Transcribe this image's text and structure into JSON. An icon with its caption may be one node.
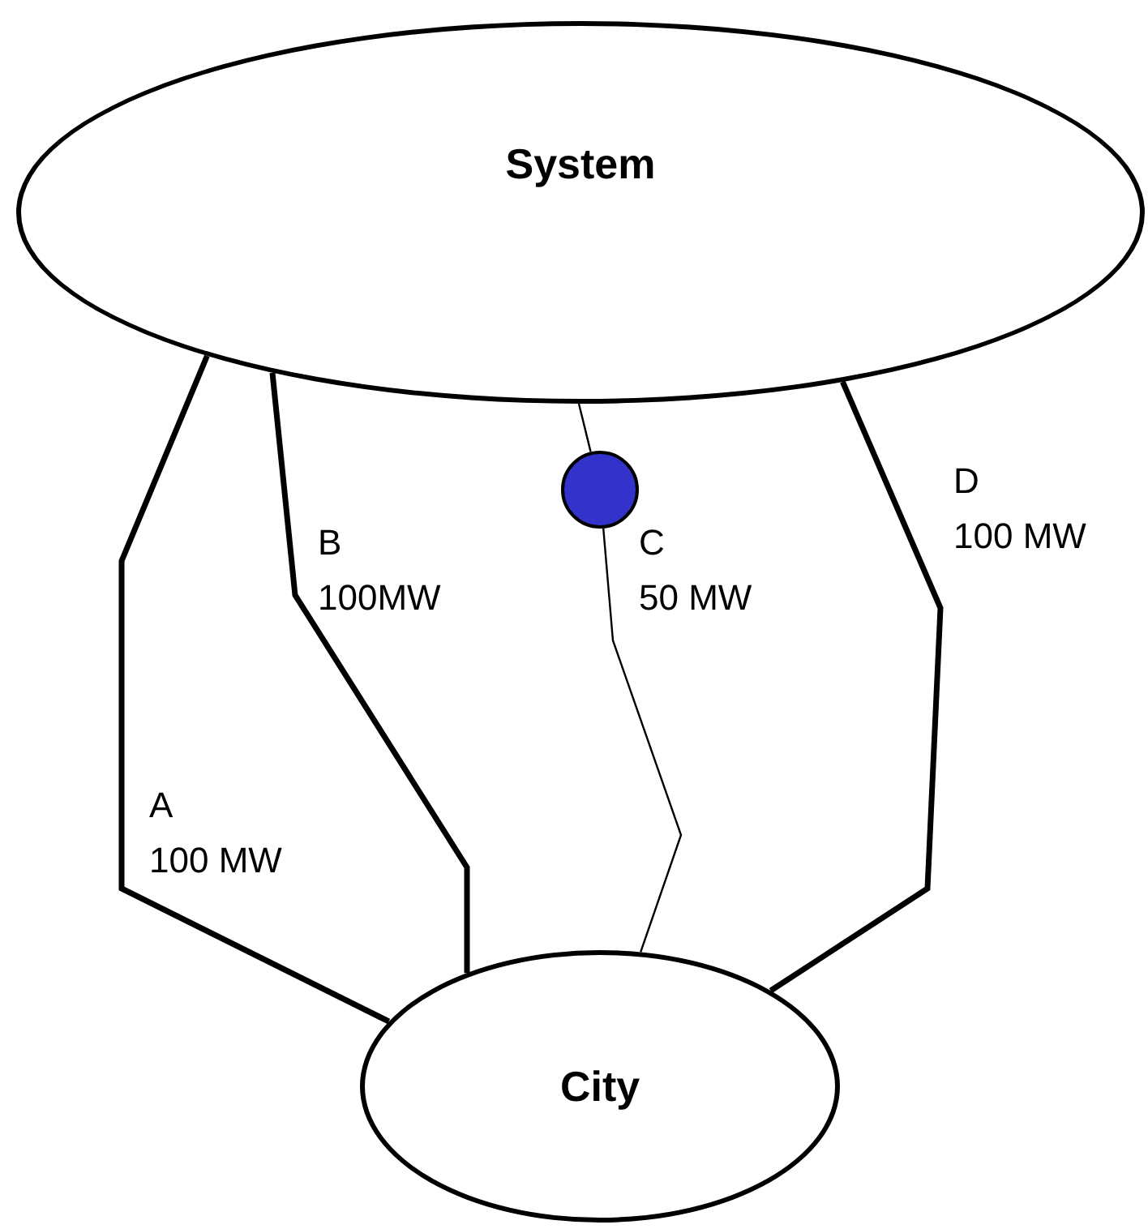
{
  "diagram": {
    "nodes": [
      {
        "text": [
          "System"
        ]
      },
      {
        "text": [
          "City"
        ]
      },
      {
        "text": [],
        "shape": "circle"
      }
    ],
    "edges": [
      {
        "from": 0,
        "to": 1,
        "arrow": "none",
        "label": "A 100 MW"
      },
      {
        "from": 0,
        "to": 1,
        "arrow": "none",
        "label": "B 100MW"
      },
      {
        "from": 0,
        "to": 2,
        "arrow": "none"
      },
      {
        "from": 2,
        "to": 1,
        "arrow": "none",
        "label": "C 50 MW"
      },
      {
        "from": 0,
        "to": 1,
        "arrow": "none",
        "label": "D 100 MW"
      }
    ]
  }
}
